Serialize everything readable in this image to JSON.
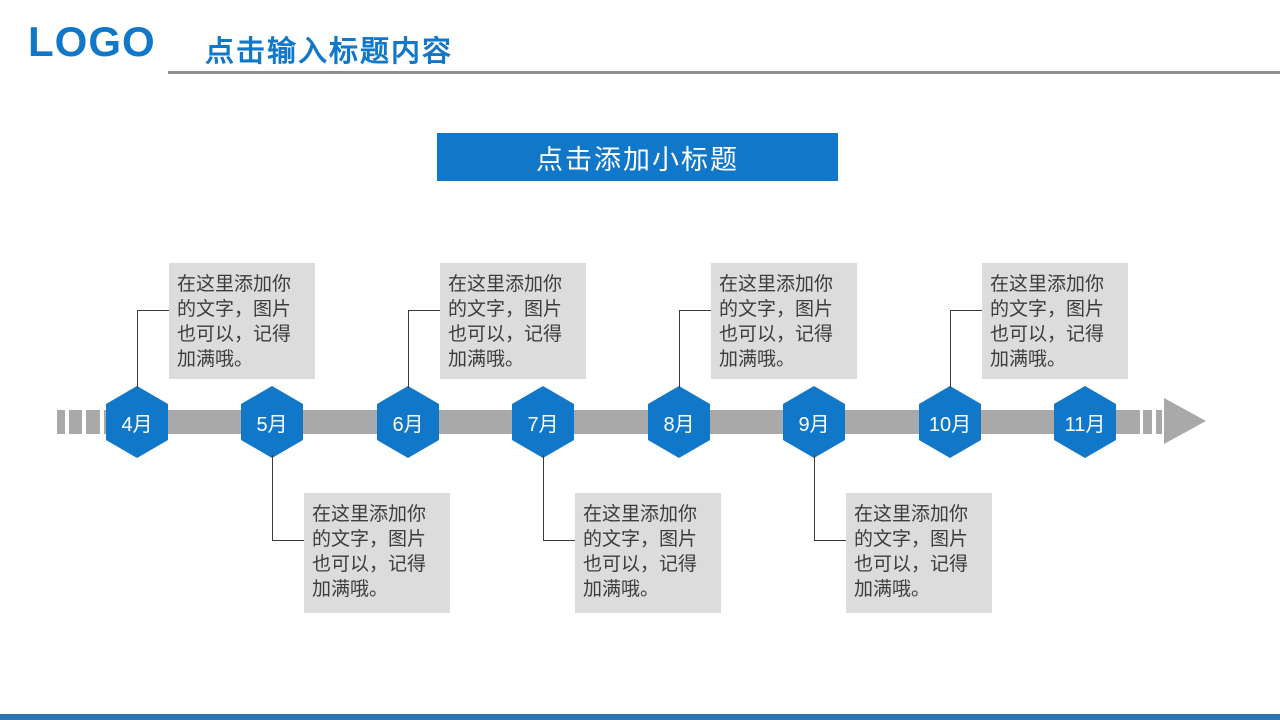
{
  "slide": {
    "header": {
      "logo": "LOGO",
      "title": "点击输入标题内容"
    },
    "banner": {
      "label": "点击添加小标题"
    },
    "timeline": {
      "months": [
        {
          "label": "4月",
          "side": "top",
          "note": "在这里添加你的文字，图片也可以，记得加满哦。"
        },
        {
          "label": "5月",
          "side": "bottom",
          "note": "在这里添加你的文字，图片也可以，记得加满哦。"
        },
        {
          "label": "6月",
          "side": "top",
          "note": "在这里添加你的文字，图片也可以，记得加满哦。"
        },
        {
          "label": "7月",
          "side": "bottom",
          "note": "在这里添加你的文字，图片也可以，记得加满哦。"
        },
        {
          "label": "8月",
          "side": "top",
          "note": "在这里添加你的文字，图片也可以，记得加满哦。"
        },
        {
          "label": "9月",
          "side": "bottom",
          "note": "在这里添加你的文字，图片也可以，记得加满哦。"
        },
        {
          "label": "10月",
          "side": "top",
          "note": "在这里添加你的文字，图片也可以，记得加满哦。"
        },
        {
          "label": "11月",
          "side": "none",
          "note": ""
        }
      ]
    },
    "colors": {
      "accent_blue": "#1177c8",
      "timeline_gray": "#a9a9a9",
      "note_background": "#dcdcdc",
      "note_text": "#3d3d3d",
      "header_rule_gray": "#8f8f8f",
      "bottom_bar_blue": "#2e75b6"
    }
  }
}
